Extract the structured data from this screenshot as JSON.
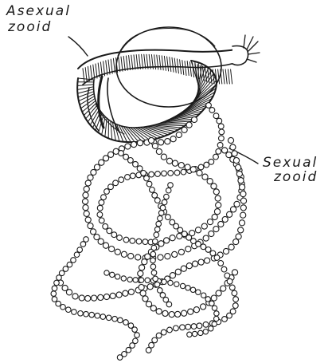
{
  "labels": {
    "asexual_line1": "Asexual",
    "asexual_line2": "zooid",
    "sexual_line1": "Sexual",
    "sexual_line2": "zooid"
  },
  "colors": {
    "ink": "#1a1a1a",
    "paper": "#ffffff"
  }
}
